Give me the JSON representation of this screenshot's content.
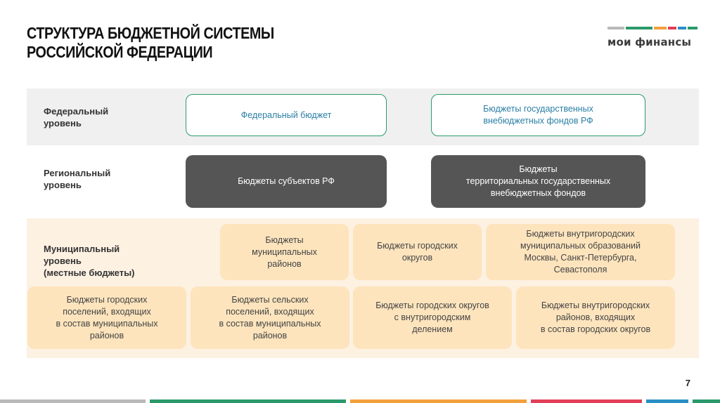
{
  "title": {
    "line1": "СТРУКТУРА БЮДЖЕТНОЙ СИСТЕМЫ",
    "line2": "РОССИЙСКОЙ ФЕДЕРАЦИИ"
  },
  "logo": {
    "text": "мои финансы",
    "stripe_colors": [
      "#b9b9b9",
      "#2b9a6b",
      "#f2a03c",
      "#e23e57",
      "#2a8fc4",
      "#2b9a6b"
    ]
  },
  "levels": {
    "federal": {
      "line1": "Федеральный",
      "line2": "уровень"
    },
    "regional": {
      "line1": "Региональный",
      "line2": "уровень"
    },
    "municipal": {
      "line1": "Муниципальный",
      "line2": "уровень",
      "line3": "(местные бюджеты)"
    }
  },
  "boxes": {
    "federal_budget": {
      "line1": "Федеральный бюджет"
    },
    "state_funds": {
      "line1": "Бюджеты государственных",
      "line2": "внебюджетных фондов РФ"
    },
    "subject_budgets": {
      "line1": "Бюджеты субъектов РФ"
    },
    "territorial_funds": {
      "line1": "Бюджеты",
      "line2": "территориальных государственных",
      "line3": "внебюджетных фондов"
    },
    "municipal_districts": {
      "line1": "Бюджеты",
      "line2": "муниципальных",
      "line3": "районов"
    },
    "urban_districts": {
      "line1": "Бюджеты городских",
      "line2": "округов"
    },
    "intracity_formations": {
      "line1": "Бюджеты внутригородских",
      "line2": "муниципальных образований",
      "line3": "Москвы, Санкт-Петербурга,",
      "line4": "Севастополя"
    },
    "urban_settlements": {
      "line1": "Бюджеты городских",
      "line2": "поселений, входящих",
      "line3": "в состав муниципальных",
      "line4": "районов"
    },
    "rural_settlements": {
      "line1": "Бюджеты сельских",
      "line2": "поселений, входящих",
      "line3": "в состав муниципальных",
      "line4": "районов"
    },
    "urban_districts_divided": {
      "line1": "Бюджеты городских округов",
      "line2": "с внутригородским",
      "line3": "делением"
    },
    "intracity_districts": {
      "line1": "Бюджеты внутригородских",
      "line2": "районов, входящих",
      "line3": "в состав городских округов"
    }
  },
  "page_number": "7",
  "colors": {
    "green": "#2b9a6b",
    "dark_box": "#555555",
    "peach_box": "#fde4bd",
    "peach_band": "#fdf1e2",
    "grey_band": "#f0f0f0"
  },
  "footer_colors": [
    "#b9b9b9",
    "#2b9a6b",
    "#f2a03c",
    "#e23e57",
    "#2a8fc4",
    "#2b9a6b"
  ]
}
